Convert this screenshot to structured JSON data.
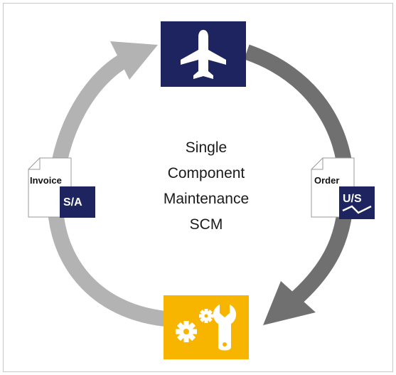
{
  "title_lines": [
    "Single",
    "Component",
    "Maintenance",
    "SCM"
  ],
  "invoice_doc": {
    "label": "Invoice",
    "tag": "S/A"
  },
  "order_doc": {
    "label": "Order",
    "tag": "U/S"
  },
  "nodes": {
    "top": {
      "icon": "airplane-icon",
      "color": "#1e2460"
    },
    "bottom": {
      "icon": "gears-wrench-icon",
      "color": "#f7b500"
    }
  },
  "colors": {
    "arrow_light": "#b3b3b3",
    "arrow_dark": "#707070",
    "navy": "#1e2460"
  }
}
